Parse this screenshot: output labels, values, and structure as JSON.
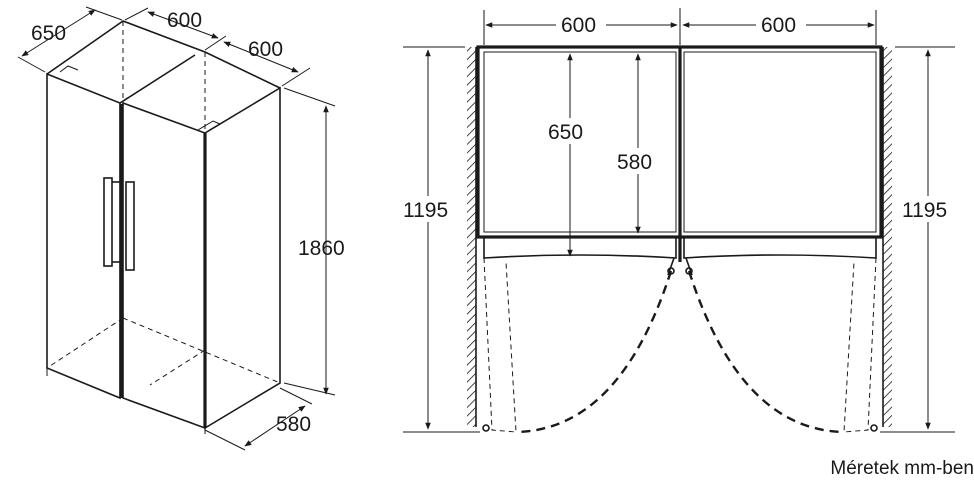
{
  "iso_view": {
    "depth_label": "650",
    "width_left_label": "600",
    "width_right_label": "600",
    "height_label": "1860",
    "base_depth_label": "580"
  },
  "plan_view": {
    "width_left_label": "600",
    "width_right_label": "600",
    "outer_depth_label": "650",
    "inner_depth_label": "580",
    "clearance_left_label": "1195",
    "clearance_right_label": "1195"
  },
  "footer": {
    "units_note": "Méretek mm-ben"
  }
}
